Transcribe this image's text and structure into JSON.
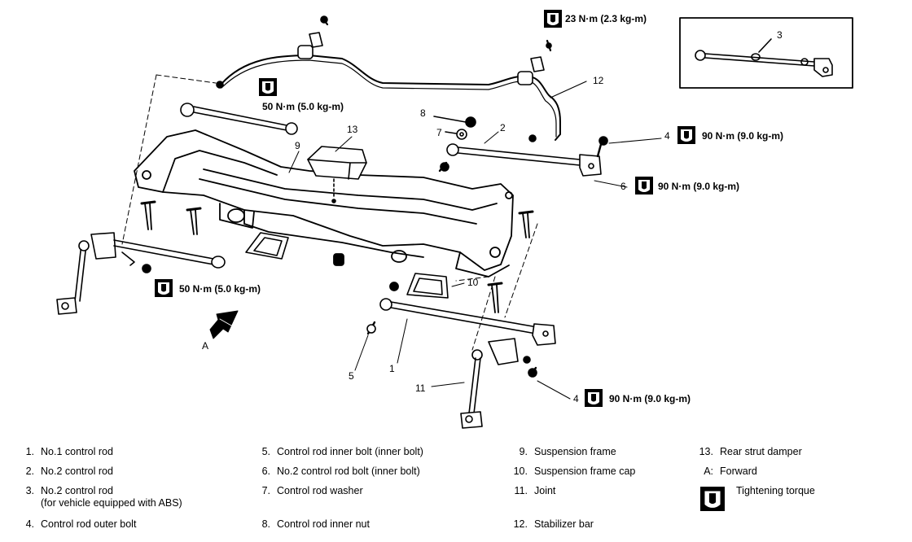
{
  "callouts": {
    "c1": "1",
    "c2": "2",
    "c3": "3",
    "c4a": "4",
    "c4b": "4",
    "c5": "5",
    "c6a": "6",
    "c6b": "6",
    "c7": "7",
    "c8": "8",
    "c9": "9",
    "c10": "10",
    "c11": "11",
    "c12": "12",
    "c13": "13",
    "cA": "A"
  },
  "torques": {
    "t23": "23 N·m (2.3 kg-m)",
    "t50a": "50 N·m (5.0 kg-m)",
    "t50b": "50 N·m (5.0 kg-m)",
    "t90a": "90 N·m (9.0 kg-m)",
    "t90b": "90 N·m (9.0 kg-m)",
    "t90c": "90 N·m (9.0 kg-m)"
  },
  "legend": {
    "i1": {
      "num": "1.",
      "text": "No.1 control rod"
    },
    "i2": {
      "num": "2.",
      "text": "No.2 control rod"
    },
    "i3": {
      "num": "3.",
      "text": "No.2 control rod",
      "sub": "(for vehicle equipped with ABS)"
    },
    "i4": {
      "num": "4.",
      "text": "Control rod outer bolt"
    },
    "i5": {
      "num": "5.",
      "text": "Control rod inner bolt (inner bolt)"
    },
    "i6": {
      "num": "6.",
      "text": "No.2 control rod bolt (inner bolt)"
    },
    "i7": {
      "num": "7.",
      "text": "Control rod washer"
    },
    "i8": {
      "num": "8.",
      "text": "Control rod inner nut"
    },
    "i9": {
      "num": "9.",
      "text": "Suspension frame"
    },
    "i10": {
      "num": "10.",
      "text": "Suspension frame cap"
    },
    "i11": {
      "num": "11.",
      "text": "Joint"
    },
    "i12": {
      "num": "12.",
      "text": "Stabilizer bar"
    },
    "i13": {
      "num": "13.",
      "text": "Rear strut damper"
    },
    "iA": {
      "num": "A:",
      "text": "Forward"
    },
    "iT": {
      "text": "Tightening torque"
    }
  }
}
